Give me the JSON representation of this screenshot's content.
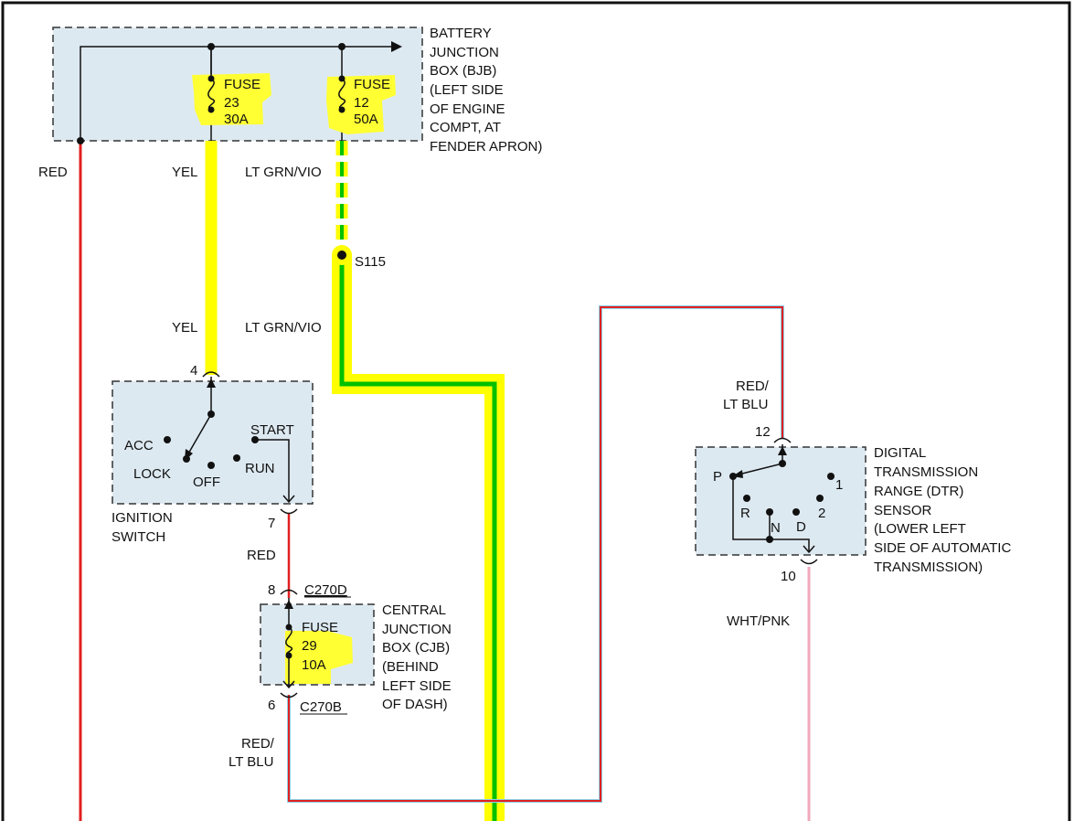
{
  "colors": {
    "red": "#e02020",
    "yellow": "#ffff00",
    "green": "#00c000",
    "pink": "#f2a8bc",
    "box_fill": "#dde9f1",
    "highlight": "#ffff33"
  },
  "bjb": {
    "name_lines": [
      "BATTERY",
      "JUNCTION",
      "BOX (BJB)",
      "(LEFT SIDE",
      "OF ENGINE",
      "COMPT, AT",
      "FENDER APRON)"
    ],
    "fuse23": [
      "FUSE",
      "23",
      "30A"
    ],
    "fuse12": [
      "FUSE",
      "12",
      "50A"
    ]
  },
  "wires": {
    "red_left": "RED",
    "yel_top": "YEL",
    "ltgrn_top": "LT GRN/VIO",
    "splice": "S115",
    "yel_mid": "YEL",
    "ltgrn_mid": "LT GRN/VIO",
    "red_ign": "RED",
    "redltblu_bottom": [
      "RED/",
      "LT BLU"
    ],
    "redltblu_dtr": [
      "RED/",
      "LT BLU"
    ],
    "whtpnk": "WHT/PNK"
  },
  "ignition": {
    "name_lines": [
      "IGNITION",
      "SWITCH"
    ],
    "pin_in": "4",
    "pin_out": "7",
    "acc": "ACC",
    "lock": "LOCK",
    "off": "OFF",
    "run": "RUN",
    "start": "START"
  },
  "cjb": {
    "name_lines": [
      "CENTRAL",
      "JUNCTION",
      "BOX (CJB)",
      "(BEHIND",
      "LEFT SIDE",
      "OF DASH)"
    ],
    "pin_in": "8",
    "pin_out": "6",
    "conn_in": "C270D",
    "conn_out": "C270B",
    "fuse29": [
      "FUSE",
      "29",
      "10A"
    ]
  },
  "dtr": {
    "name_lines": [
      "DIGITAL",
      "TRANSMISSION",
      "RANGE (DTR)",
      "SENSOR",
      "(LOWER LEFT",
      "SIDE OF AUTOMATIC",
      "TRANSMISSION)"
    ],
    "pin_in": "12",
    "pin_out": "10",
    "p": "P",
    "r": "R",
    "n": "N",
    "d": "D",
    "two": "2",
    "one": "1"
  }
}
